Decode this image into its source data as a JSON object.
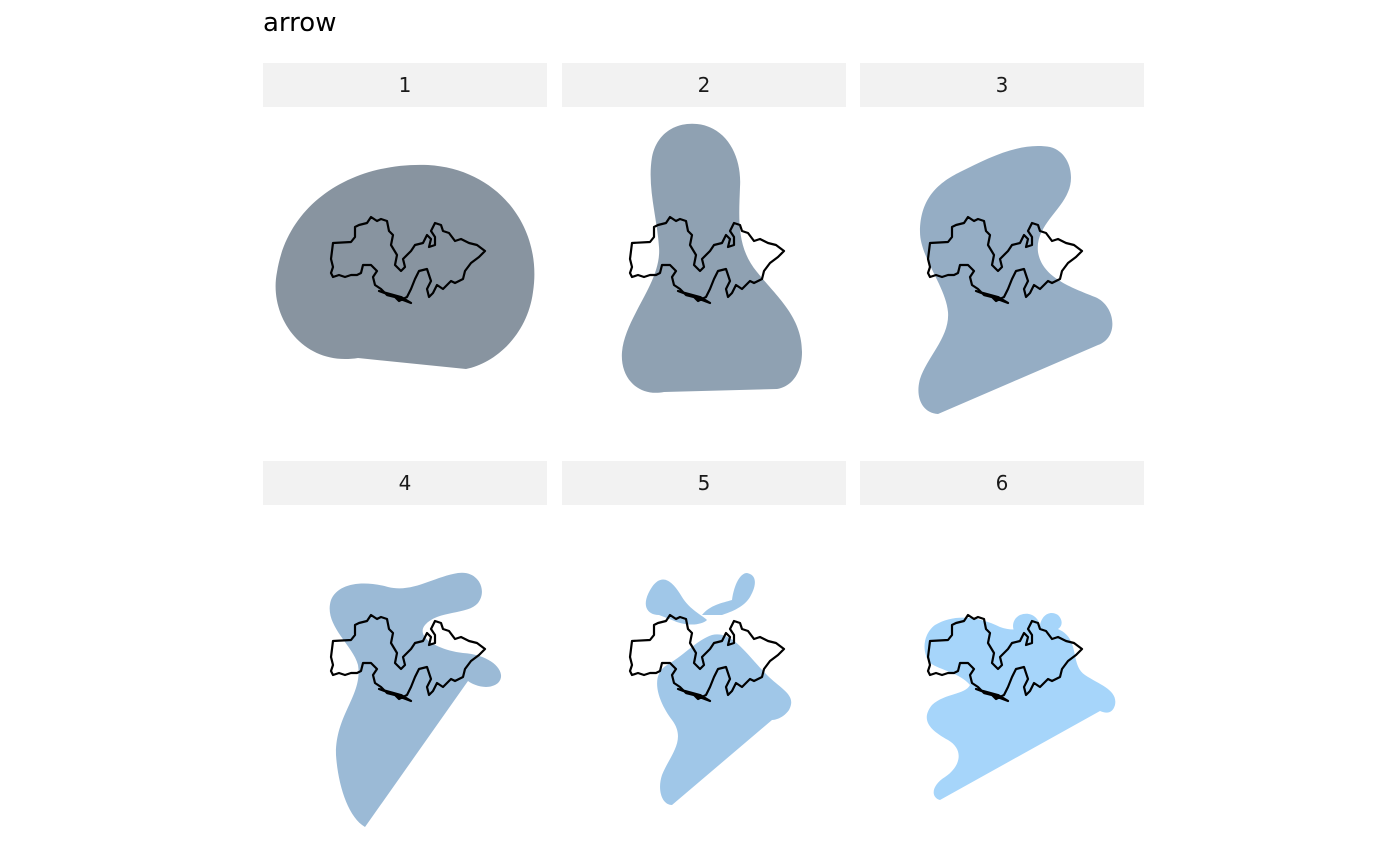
{
  "title": "arrow",
  "panels": [
    {
      "label": "1",
      "fill": "#8894a0"
    },
    {
      "label": "2",
      "fill": "#8fa1b2"
    },
    {
      "label": "3",
      "fill": "#95adc4"
    },
    {
      "label": "4",
      "fill": "#9bbad6"
    },
    {
      "label": "5",
      "fill": "#a0c7e8"
    },
    {
      "label": "6",
      "fill": "#a6d5fa"
    }
  ]
}
